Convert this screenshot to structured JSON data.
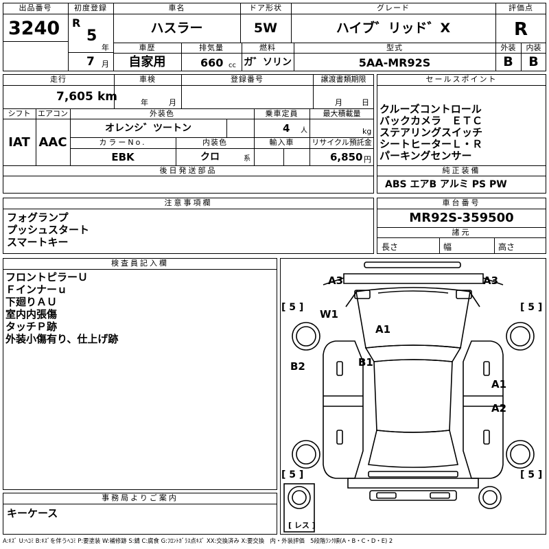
{
  "header": {
    "lot_label": "出品番号",
    "lot_value": "3240",
    "first_reg_label": "初度登録",
    "era": "R",
    "year_value": "5",
    "year_unit": "年",
    "month_value": "7",
    "month_unit": "月",
    "car_name_label": "車名",
    "car_name_value": "ハスラー",
    "door_label": "ドア形状",
    "door_value": "5W",
    "grade_label": "グレード",
    "grade_value": "ハイブ゛リッド゛X",
    "score_label": "評価点",
    "score_value": "R",
    "history_label": "車歴",
    "history_value": "自家用",
    "displacement_label": "排気量",
    "displacement_value": "660",
    "displacement_unit": "cc",
    "fuel_label": "燃料",
    "fuel_value": "ガ゛ソリン",
    "model_label": "型式",
    "model_value": "5AA-MR92S",
    "exterior_label": "外装",
    "exterior_value": "B",
    "interior_label": "内装",
    "interior_value": "B"
  },
  "details": {
    "mileage_label": "走行",
    "mileage_value": "7,605",
    "mileage_unit": "km",
    "inspection_label": "車検",
    "inspection_year_unit": "年",
    "inspection_month_unit": "月",
    "regno_label": "登録番号",
    "transfer_label": "譲渡書類期限",
    "transfer_month_unit": "月",
    "transfer_day_unit": "日",
    "shift_label": "シフト",
    "shift_value": "IAT",
    "ac_label": "エアコン",
    "ac_value": "AAC",
    "ext_color_label": "外装色",
    "ext_color_value": "オレンシ゛ツートン",
    "capacity_label": "乗車定員",
    "capacity_value": "4",
    "capacity_unit": "人",
    "max_load_label": "最大積載量",
    "max_load_unit": "kg",
    "color_no_label": "カラーNo.",
    "color_no_value": "EBK",
    "int_color_label": "内装色",
    "int_color_value": "クロ",
    "int_color_unit": "系",
    "import_label": "輸入車",
    "recycle_label": "リサイクル預託金",
    "recycle_value": "6,850",
    "recycle_unit": "円",
    "later_parts_label": "後日発送部品"
  },
  "sales_points": {
    "label": "セールスポイント",
    "items": [
      "クルーズコントロール",
      "バックカメラ　ＥＴＣ",
      "ステアリングスイッチ",
      "シートヒーターＬ・Ｒ",
      "パーキングセンサー"
    ]
  },
  "equipment": {
    "label": "純正装備",
    "value": "ABS エアB アルミ PS PW"
  },
  "notes": {
    "label": "注意事項欄",
    "items": [
      "フォグランプ",
      "プッシュスタート",
      "スマートキー"
    ]
  },
  "chassis": {
    "label": "車台番号",
    "value": "MR92S-359500",
    "spec_label": "諸元",
    "length_label": "長さ",
    "width_label": "幅",
    "height_label": "高さ"
  },
  "inspector": {
    "label": "検査員記入欄",
    "items": [
      "フロントピラーＵ",
      "Ｆインナーｕ",
      "下廻りＡＵ",
      "室内内張傷",
      "タッチＰ跡",
      "外装小傷有り、仕上げ跡"
    ]
  },
  "diagram": {
    "marks": {
      "a3_left": "A3",
      "a3_right": "A3",
      "w1": "W1",
      "a1_hood": "A1",
      "b1": "B1",
      "b2": "B2",
      "a1_side": "A1",
      "a2_side": "A2"
    },
    "tires": {
      "front_left": "[ 5 ]",
      "front_right": "[ 5 ]",
      "rear_left": "[ 5 ]",
      "rear_right": "[ 5 ]",
      "spare": "[ レス ]"
    }
  },
  "office": {
    "label": "事務局よりご案内",
    "value": "キーケース"
  },
  "legend": "A:ｷｽﾞ U:ﾍｺﾐ B:ｷｽﾞを伴うﾍｺﾐ P:要塗装 W:補修跡 S:錆 C:腐食 G:ﾌﾛﾝﾄｶﾞﾗｽ点ｷｽﾞ XX:交換済み X:要交換　内・外装評価　5段階ﾗﾝｸ順(A・B・C・D・E) 2"
}
